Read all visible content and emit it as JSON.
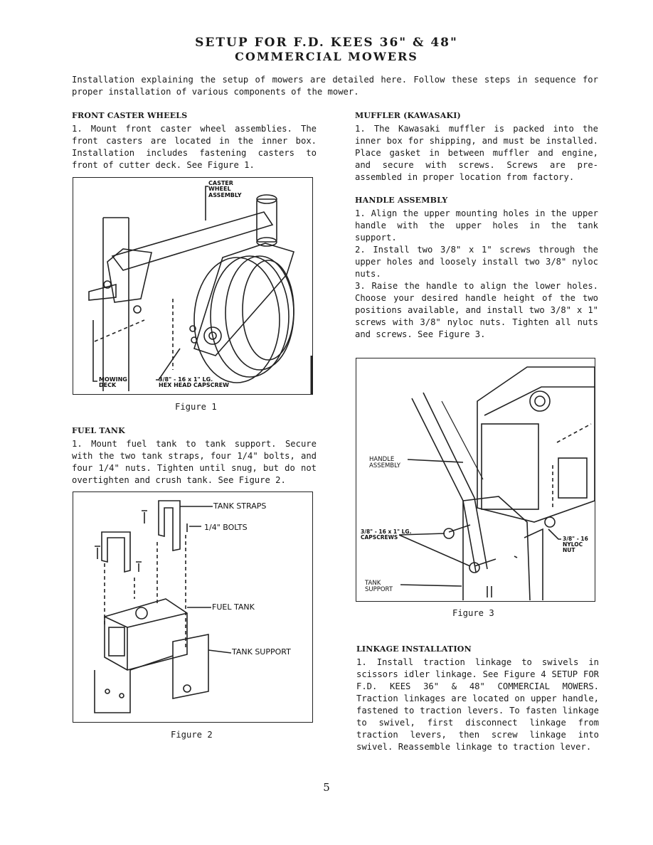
{
  "title": {
    "line1": "SETUP FOR F.D. KEES 36\" & 48\"",
    "line2": "COMMERCIAL MOWERS"
  },
  "intro": "Installation explaining the setup of mowers are detailed here. Follow these steps in sequence for proper installation of various components of the mower.",
  "front_caster": {
    "heading": "FRONT CASTER WHEELS",
    "step1": "1. Mount front caster wheel assemblies. The front casters are located in the inner box. Installation includes fastening casters to front of cutter deck. See Figure 1."
  },
  "figure1": {
    "caption": "Figure 1",
    "labels": {
      "caster_l1": "CASTER",
      "caster_l2": "WHEEL",
      "caster_l3": "ASSEMBLY",
      "deck_l1": "MOWING",
      "deck_l2": "DECK",
      "screw_l1": "3/8\" - 16 x 1\" LG.",
      "screw_l2": "HEX HEAD CAPSCREW"
    }
  },
  "fuel_tank": {
    "heading": "FUEL TANK",
    "step1": "1. Mount fuel tank to tank support. Secure with the two tank straps, four 1/4\" bolts, and four 1/4\" nuts. Tighten until snug, but do not overtighten and crush tank. See Figure 2."
  },
  "figure2": {
    "caption": "Figure 2",
    "labels": {
      "straps": "TANK STRAPS",
      "bolts": "1/4\" BOLTS",
      "fuel_tank": "FUEL TANK",
      "tank_support": "TANK SUPPORT"
    }
  },
  "muffler": {
    "heading": "MUFFLER (KAWASAKI)",
    "step1": "1. The Kawasaki muffler is packed into the inner box for shipping, and must be installed. Place gasket in between muffler and engine, and secure with screws. Screws are pre-assembled in proper location from factory."
  },
  "handle": {
    "heading": "HANDLE ASSEMBLY",
    "step1": "1. Align the upper mounting holes in the upper handle with the upper holes in the tank support.",
    "step2": "2. Install two 3/8\" x 1\" screws through the upper holes and loosely install two 3/8\" nyloc nuts.",
    "step3": "3. Raise the handle to align the lower holes. Choose your desired handle height of the two positions available, and install two 3/8\" x 1\" screws with 3/8\" nyloc nuts. Tighten all nuts and screws. See Figure 3."
  },
  "figure3": {
    "caption": "Figure 3",
    "labels": {
      "handle_l1": "HANDLE",
      "handle_l2": "ASSEMBLY",
      "screws_l1": "3/8\" - 16 x 1\" LG.",
      "screws_l2": "CAPSCREWS",
      "nut_l1": "3/8\" - 16",
      "nut_l2": "NYLOC",
      "nut_l3": "NUT",
      "support_l1": "TANK",
      "support_l2": "SUPPORT"
    }
  },
  "linkage": {
    "heading": "LINKAGE INSTALLATION",
    "step1": "1. Install traction linkage to swivels in scissors idler linkage. See Figure 4 SETUP FOR F.D. KEES 36\" & 48\" COMMERCIAL MOWERS. Traction linkages are located on upper handle, fastened to traction levers. To fasten linkage to swivel, first disconnect linkage from traction levers, then screw linkage into swivel. Reassemble linkage to traction lever."
  },
  "page_number": "5"
}
